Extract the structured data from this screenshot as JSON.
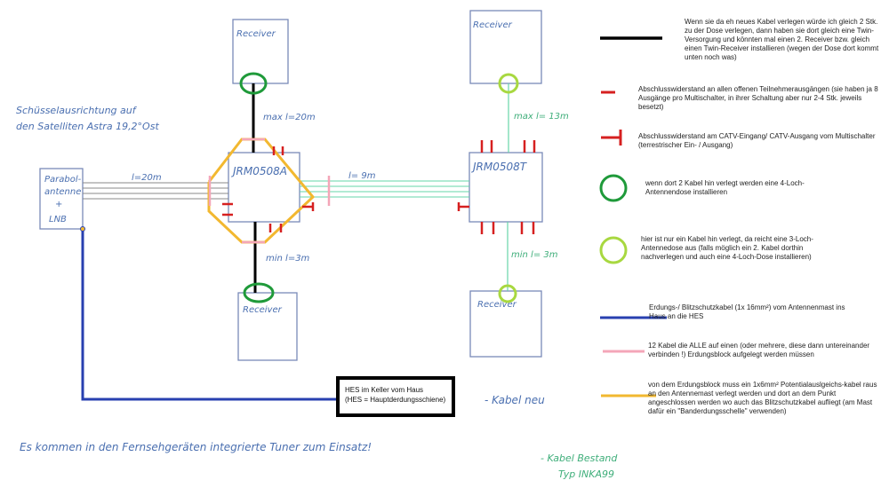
{
  "boxes": {
    "receiver_tl": "Receiver",
    "receiver_tr": "Receiver",
    "receiver_bl": "Receiver",
    "receiver_br": "Receiver",
    "multiswitch_left": "JRM0508A",
    "multiswitch_right": "JRM0508T",
    "lnb": [
      "Parabol-",
      "antenne",
      "+",
      "LNB"
    ],
    "hes": [
      "HES im Keller vom Haus",
      "(HES = Hauptderdungsschiene)"
    ]
  },
  "cable_labels": {
    "top_left": "max l=20m",
    "bottom_left": "min l=3m",
    "top_right": "max l= 13m",
    "bottom_right": "min l= 3m",
    "lnb_cable": "l=20m",
    "trunk": "l= 9m"
  },
  "notes": {
    "dish_alignment": [
      "Schüsselausrichtung auf",
      "den Satelliten Astra 19,2°Ost"
    ],
    "tuner": "Es kommen in den Fernsehgeräten integrierte Tuner zum Einsatz!",
    "kabel_neu": "- Kabel neu",
    "kabel_bestand": [
      "- Kabel Bestand",
      "Typ INKA99"
    ]
  },
  "legend": [
    {
      "symbol": "black-line",
      "text": "Wenn sie da eh neues Kabel verlegen würde ich gleich 2 Stk. zu der Dose verlegen, dann haben sie dort gleich eine Twin-Versorgung und könnten mal einen 2. Receiver bzw. gleich einen Twin-Receiver installieren (wegen der Dose dort kommt unten noch was)"
    },
    {
      "symbol": "red-dash",
      "text": "Abschlusswiderstand an allen offenen Teilnehmerausgängen (sie haben ja 8 Ausgänge pro Multischalter, in ihrer Schaltung aber nur 2-4 Stk. jeweils besetzt)"
    },
    {
      "symbol": "red-tee",
      "text": "Abschlusswiderstand am CATV-Eingang/ CATV-Ausgang vom Multischalter (terrestrischer Ein- / Ausgang)"
    },
    {
      "symbol": "dark-green-circle",
      "text": "wenn dort 2 Kabel hin verlegt werden eine 4-Loch-Antennendose installieren"
    },
    {
      "symbol": "light-green-circle",
      "text": "hier ist nur ein Kabel hin verlegt, da reicht eine 3-Loch-Antennedose aus (falls möglich ein 2. Kabel dorthin nachverlegen und auch eine 4-Loch-Dose installieren)"
    },
    {
      "symbol": "blue-line",
      "text": "Erdungs-/ Blitzschutzkabel (1x 16mm²) vom Antennenmast ins Haus an die HES"
    },
    {
      "symbol": "pink-line",
      "text": "12 Kabel die ALLE auf einen (oder mehrere, diese dann untereinander verbinden !) Erdungsblock aufgelegt werden müssen"
    },
    {
      "symbol": "yellow-line",
      "text": "von dem Erdungsblock muss ein 1x6mm² Potentialauslgeichs-kabel raus an den Antennemast verlegt werden und dort an dem Punkt angeschlossen werden wo auch das Blitzschutzkabel aufliegt (am Mast dafür ein \"Banderdungsschelle\" verwenden)"
    }
  ],
  "colors": {
    "handwriting": "#4a6fb0",
    "existing_cable": "#66d4a8",
    "black_cable": "#000000",
    "terminator": "#d62020",
    "dark_green": "#1f9a3a",
    "light_green": "#a8d840",
    "ground_blue": "#2840b0",
    "pink": "#f4a6b8",
    "yellow": "#f2b830",
    "box_outline": "#7a8ab8"
  }
}
